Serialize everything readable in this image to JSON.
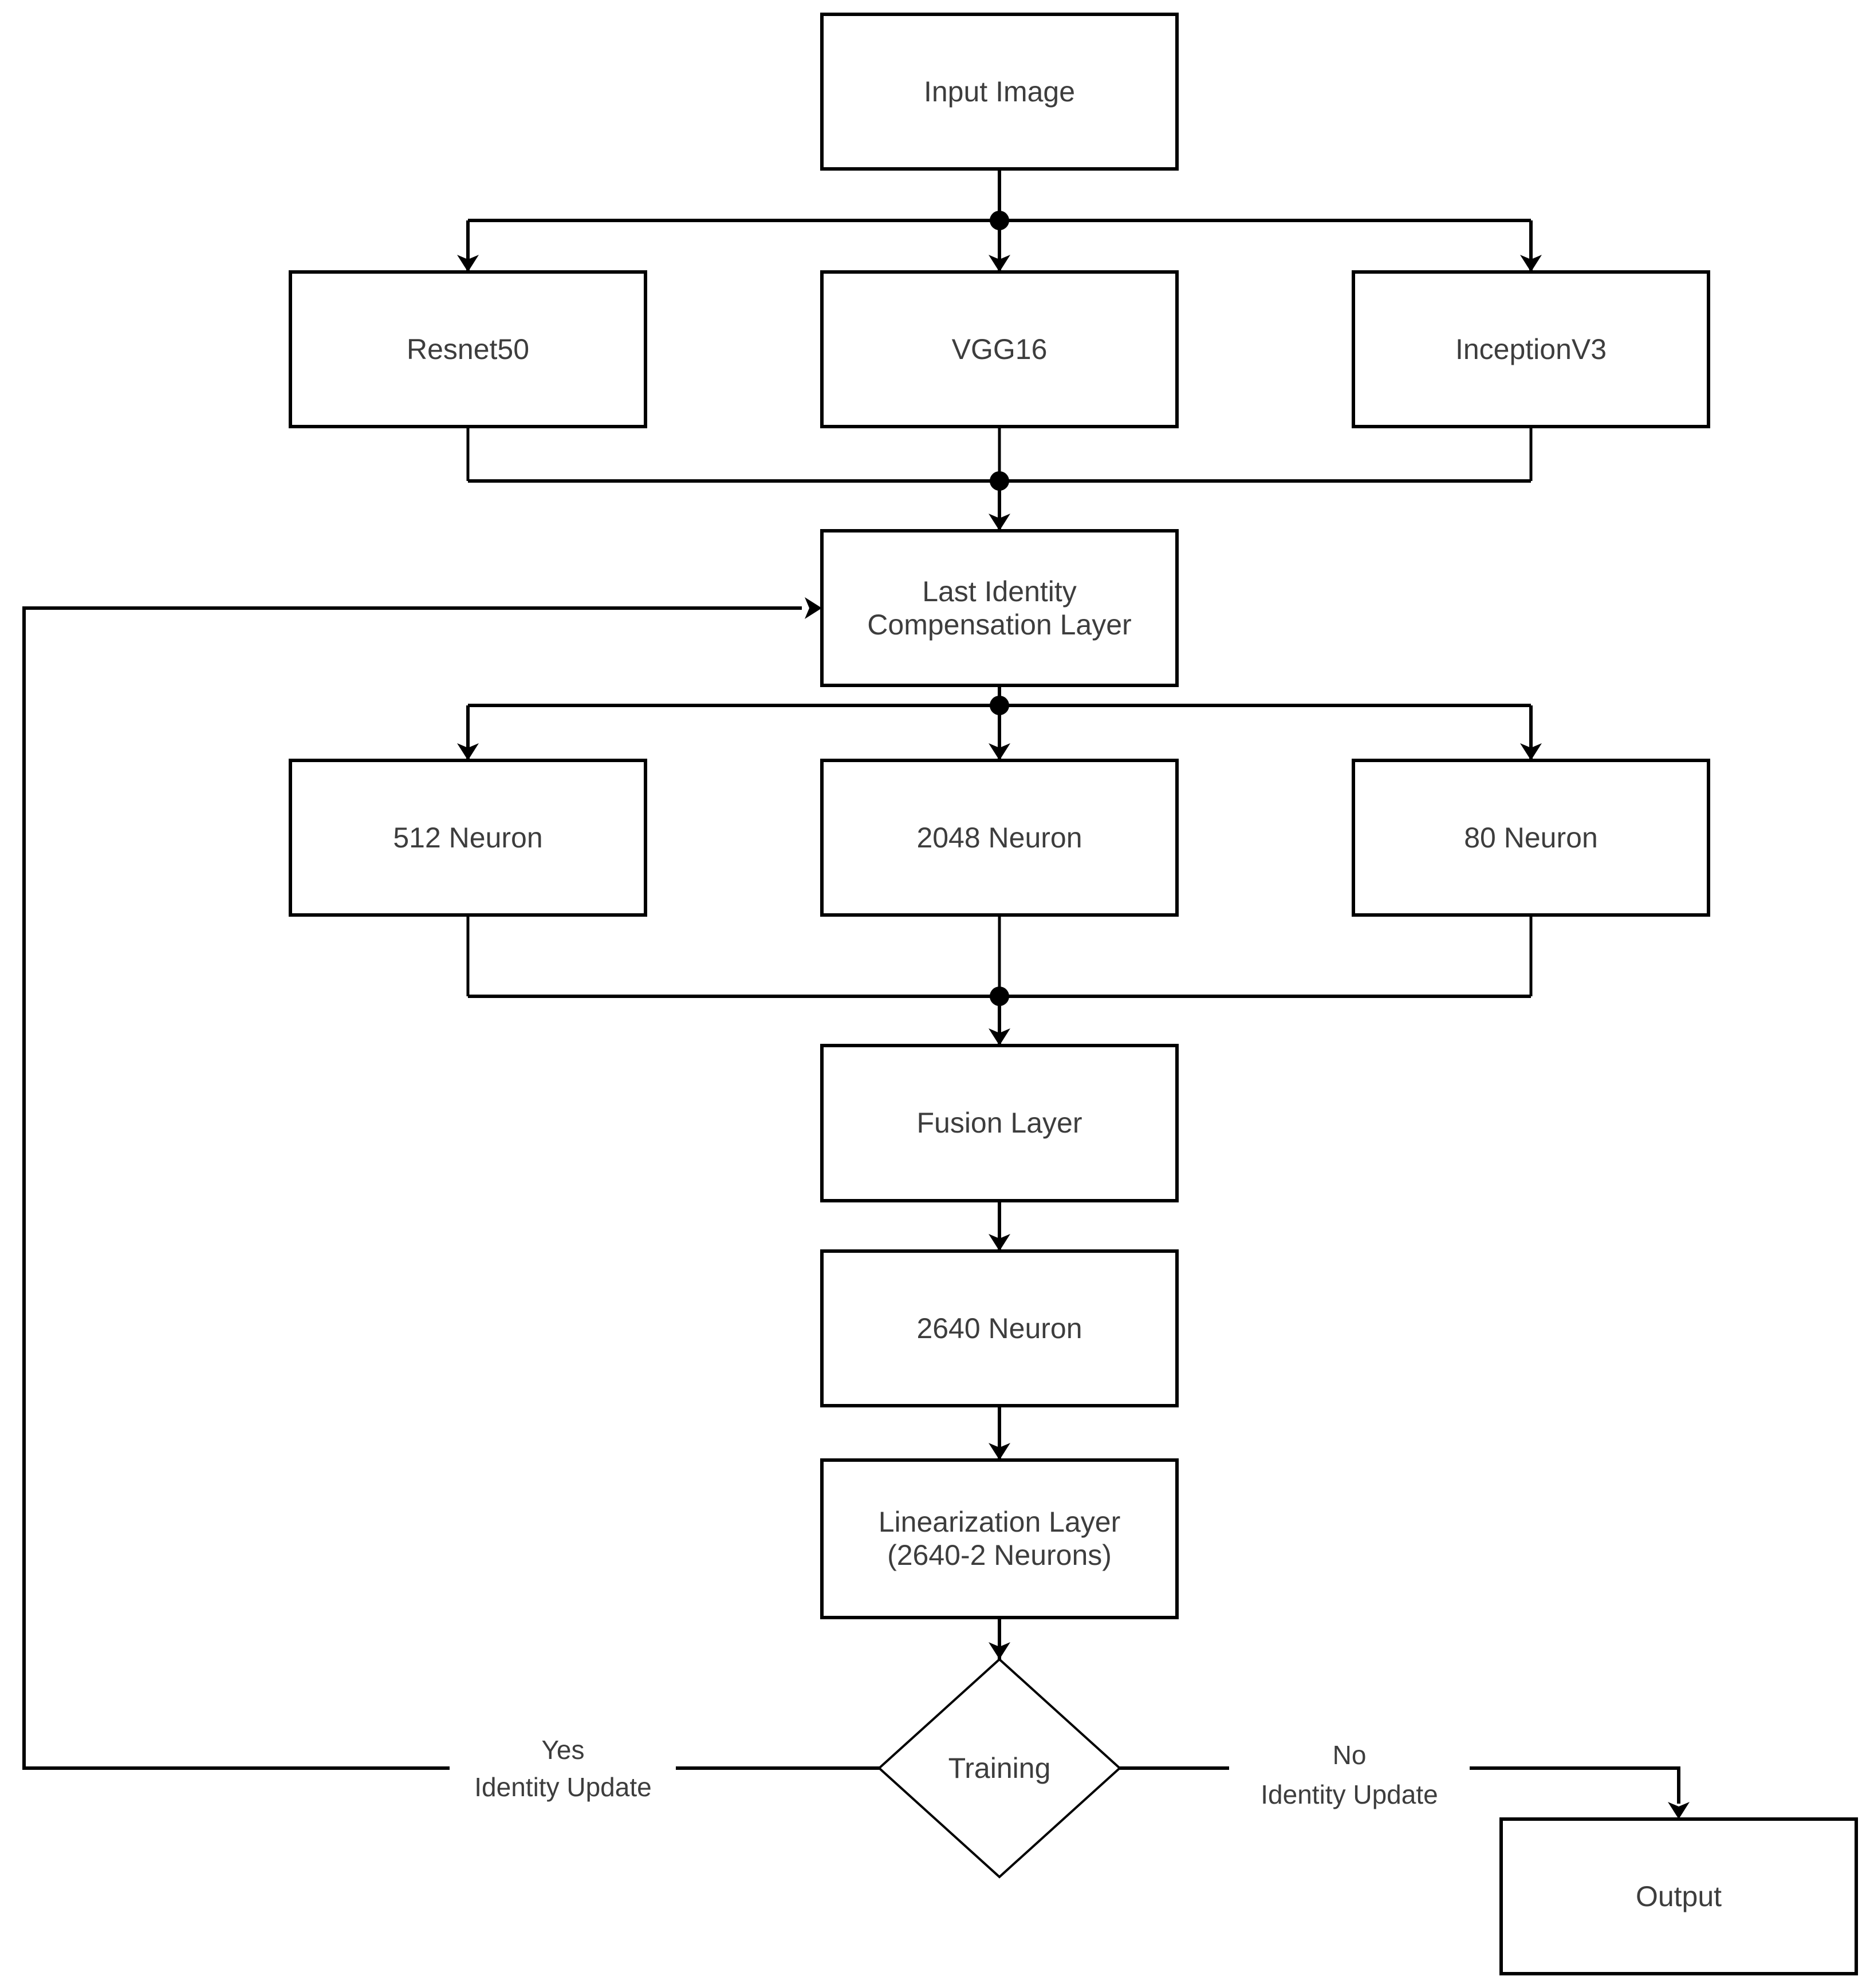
{
  "nodes": {
    "input_image": {
      "label": "Input Image"
    },
    "resnet50": {
      "label": "Resnet50"
    },
    "vgg16": {
      "label": "VGG16"
    },
    "inception_v3": {
      "label": "InceptionV3"
    },
    "last_identity_compensation": {
      "lines": [
        "Last Identity",
        "Compensation Layer"
      ]
    },
    "neuron_512": {
      "label": "512 Neuron"
    },
    "neuron_2048": {
      "label": "2048 Neuron"
    },
    "neuron_80": {
      "label": "80 Neuron"
    },
    "fusion_layer": {
      "label": "Fusion Layer"
    },
    "neuron_2640": {
      "label": "2640 Neuron"
    },
    "linearization_layer": {
      "lines": [
        "Linearization Layer",
        "(2640-2 Neurons)"
      ]
    },
    "training_decision": {
      "label": "Training"
    },
    "output": {
      "label": "Output"
    }
  },
  "branches": {
    "yes": {
      "lines": [
        "Yes",
        "Identity Update"
      ]
    },
    "no": {
      "lines": [
        "No",
        "Identity Update"
      ]
    }
  },
  "colors": {
    "line": "#000000",
    "node_border": "#000000",
    "node_fill": "#ffffff",
    "text": "#3d3d3d",
    "background": "#ffffff"
  }
}
